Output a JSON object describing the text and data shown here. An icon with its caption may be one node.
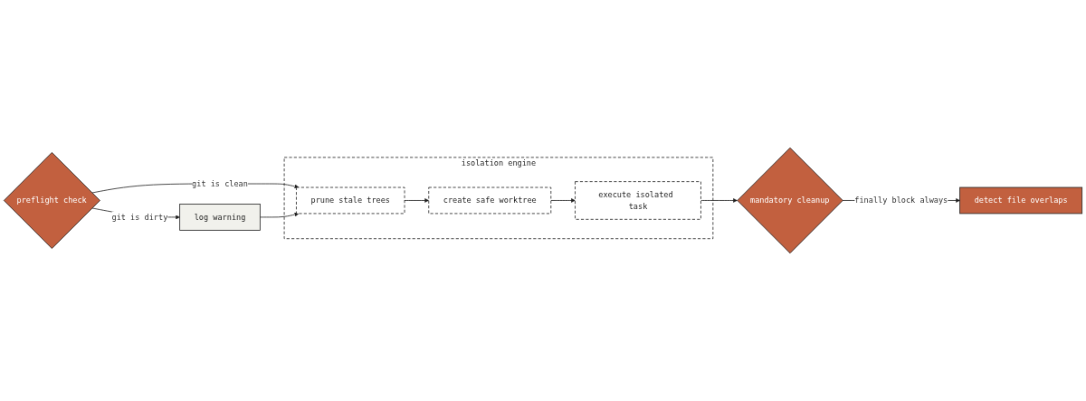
{
  "diagram": {
    "nodes": [
      {
        "text": [
          "preflight check"
        ]
      },
      {
        "text": [
          "log warning"
        ]
      },
      {
        "text": [
          "isolation engine"
        ]
      },
      {
        "text": [
          "prune stale trees"
        ],
        "in": 2
      },
      {
        "text": [
          "create safe worktree"
        ],
        "in": 2
      },
      {
        "text": [
          "execute isolated task"
        ],
        "in": 2
      },
      {
        "text": [
          "mandatory cleanup"
        ]
      },
      {
        "text": [
          "detect file overlaps"
        ]
      }
    ],
    "edges": [
      {
        "from": 0,
        "to": 1,
        "arrow": "to",
        "label": "git is dirty"
      },
      {
        "from": 0,
        "to": 3,
        "arrow": "to",
        "label": "git is clean"
      },
      {
        "from": 1,
        "to": 3,
        "arrow": "to"
      },
      {
        "from": 3,
        "to": 4,
        "arrow": "to"
      },
      {
        "from": 4,
        "to": 5,
        "arrow": "to"
      },
      {
        "from": 5,
        "to": 6,
        "arrow": "to"
      },
      {
        "from": 6,
        "to": 7,
        "arrow": "to",
        "label": "finally block always"
      }
    ]
  }
}
